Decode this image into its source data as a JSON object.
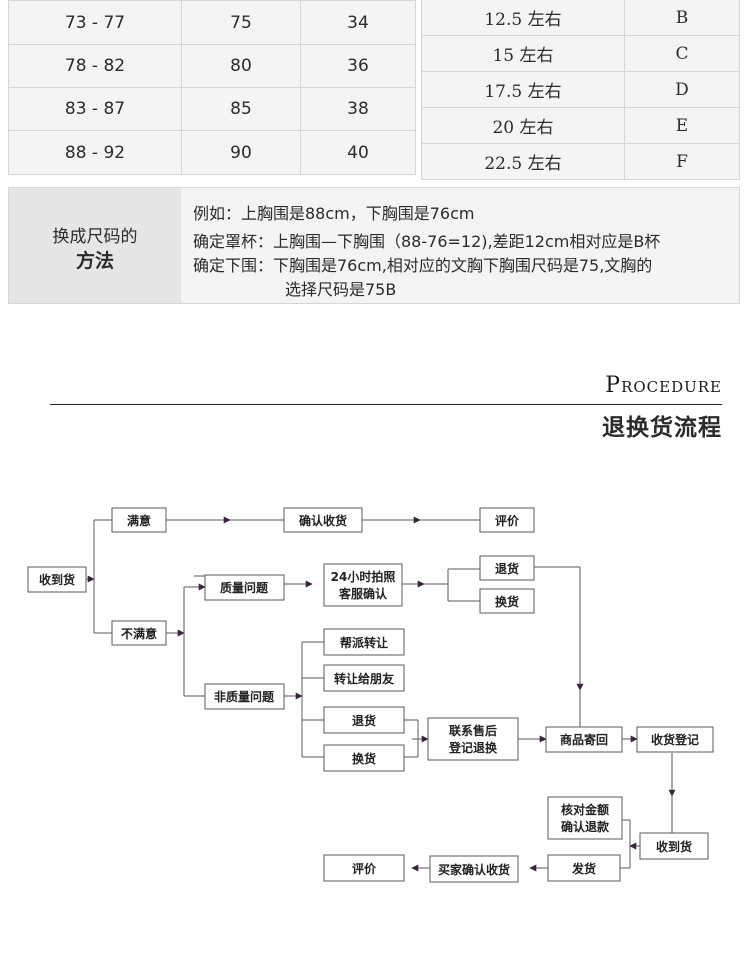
{
  "size_table_left": {
    "rows": [
      [
        "73 - 77",
        "75",
        "34"
      ],
      [
        "78 - 82",
        "80",
        "36"
      ],
      [
        "83 - 87",
        "85",
        "38"
      ],
      [
        "88 - 92",
        "90",
        "40"
      ]
    ]
  },
  "size_table_right": {
    "rows": [
      [
        "12.5 左右",
        "B"
      ],
      [
        "15 左右",
        "C"
      ],
      [
        "17.5 左右",
        "D"
      ],
      [
        "20 左右",
        "E"
      ],
      [
        "22.5 左右",
        "F"
      ]
    ]
  },
  "method": {
    "label_line1": "换成尺码的",
    "label_line2": "方法",
    "lines": [
      "例如：上胸围是88cm，下胸围是76cm",
      "确定罩杯：上胸围—下胸围（88-76=12),差距12cm相对应是B杯",
      "确定下围：下胸围是76cm,相对应的文胸下胸围尺码是75,文胸的",
      "选择尺码是75B"
    ]
  },
  "procedure": {
    "title_en": "Procedure",
    "title_cn": "退换货流程"
  },
  "flow": {
    "received": "收到货",
    "satisfied": "满意",
    "confirm_receipt": "确认收货",
    "review": "评价",
    "unsatisfied": "不满意",
    "quality_issue": "质量问题",
    "photo_line1": "24小时拍照",
    "photo_line2": "客服确认",
    "return_a": "退货",
    "exchange_a": "换货",
    "non_quality_issue": "非质量问题",
    "assign": "帮派转让",
    "transfer": "转让给朋友",
    "return_b": "退货",
    "exchange_b": "换货",
    "contact_line1": "联系售后",
    "contact_line2": "登记退换",
    "send_back": "商品寄回",
    "register": "收货登记",
    "check_line1": "核对金额",
    "check_line2": "确认退款",
    "received_2": "收到货",
    "ship": "发货",
    "buyer_confirm": "买家确认收货",
    "review_2": "评价"
  },
  "colors": {
    "accent": "#3a2440",
    "box_border": "#555555",
    "line": "#5a5a5a"
  }
}
